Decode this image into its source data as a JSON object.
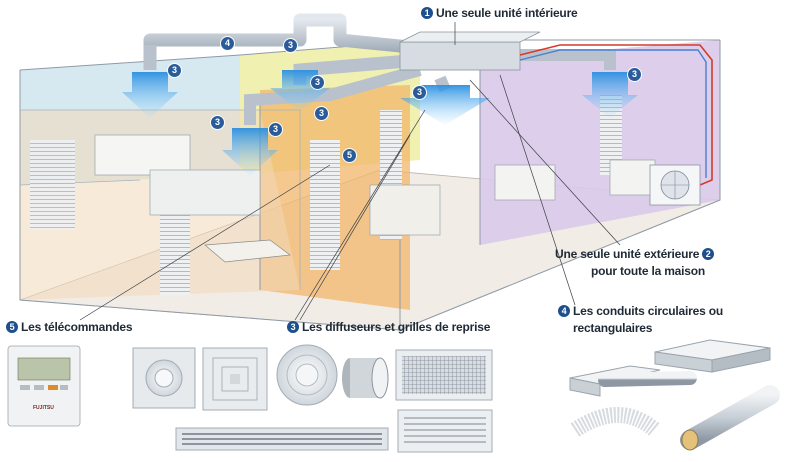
{
  "callouts": {
    "indoor_unit": {
      "num": "1",
      "text": "Une seule unité intérieure"
    },
    "outdoor_unit": {
      "num": "2",
      "line1": "Une seule unité extérieure",
      "line2": "pour toute la maison"
    },
    "diffusers": {
      "num": "3",
      "text": "Les diffuseurs et grilles de reprise"
    },
    "ducts": {
      "num": "4",
      "line1": "Les conduits circulaires ou",
      "line2": "rectangulaires"
    },
    "remotes": {
      "num": "5",
      "text": "Les télécommandes"
    }
  },
  "markers": [
    "3",
    "4",
    "3",
    "3",
    "3",
    "3",
    "3",
    "3",
    "3",
    "5"
  ],
  "remote_brand": "FUJITSU",
  "colors": {
    "callout_badge": "#1d4f8c",
    "duct": "#b9c2cc",
    "airflow": "#2b8fe0",
    "room_lilac": "#d9c9ea",
    "room_orange": "#f2b66a",
    "room_yellow": "#eef0a8",
    "room_peach": "#f3d9b8",
    "room_blue": "#cfe5ee",
    "refrigerant_red": "#d53a2a"
  }
}
